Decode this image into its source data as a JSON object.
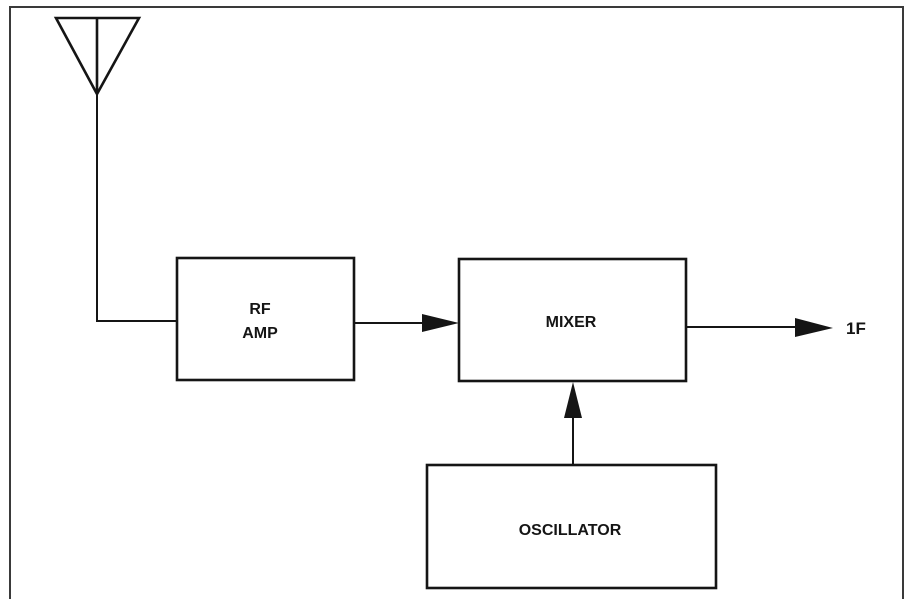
{
  "diagram": {
    "blocks": {
      "rf_amp": {
        "line1": "RF",
        "line2": "AMP"
      },
      "mixer": {
        "label": "MIXER"
      },
      "oscillator": {
        "label": "OSCILLATOR"
      }
    },
    "output_label": "1F"
  }
}
